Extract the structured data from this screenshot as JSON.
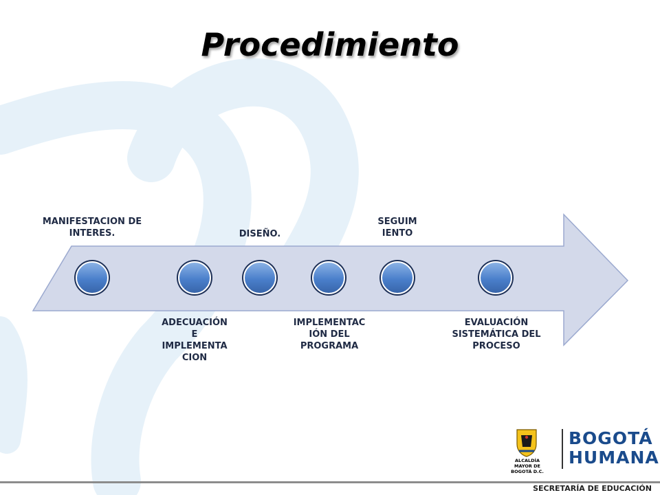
{
  "title": "Procedimiento",
  "steps": [
    {
      "label": "MANIFESTACION DE INTERES."
    },
    {
      "label": "ADECUACIÓN E IMPLEMENTA CION"
    },
    {
      "label": "DISEÑO."
    },
    {
      "label": "IMPLEMENTAC IÓN DEL PROGRAMA"
    },
    {
      "label": "SEGUIM IENTO"
    },
    {
      "label": "EVALUACIÓN SISTEMÁTICA DEL PROCESO"
    }
  ],
  "logos": {
    "crest_icon": "bogota-crest-icon",
    "alcaldia": "ALCALDÍA MAYOR DE BOGOTÁ D.C.",
    "brand_line1": "BOGOTÁ",
    "brand_line2": "HUMANA"
  },
  "footer": "SECRETARÍA DE EDUCACIÓN",
  "colors": {
    "arrow_fill": "#d3d9ea",
    "arrow_stroke": "#9ba9cf",
    "node": "#4a7fcb",
    "heart": "#e6f1f9",
    "brand": "#1a4b8c"
  }
}
